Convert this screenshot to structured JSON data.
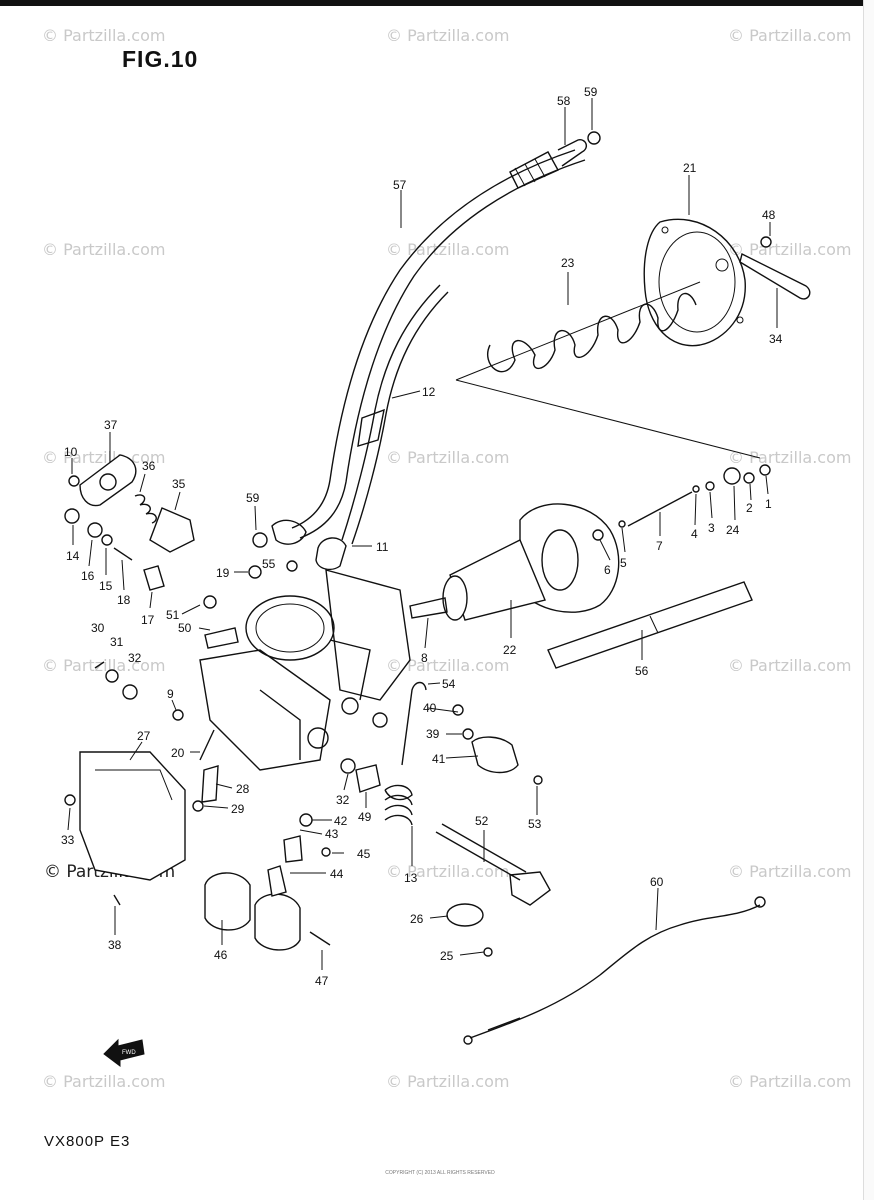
{
  "title": "FIG.10",
  "model": "VX800P  E3",
  "watermark": "© Partzilla.com",
  "footer_text": "COPYRIGHT (C) 2013  ALL RIGHTS RESERVED",
  "callouts": [
    "1",
    "2",
    "3",
    "4",
    "5",
    "6",
    "7",
    "8",
    "9",
    "10",
    "11",
    "12",
    "13",
    "14",
    "15",
    "16",
    "17",
    "18",
    "19",
    "20",
    "21",
    "22",
    "23",
    "24",
    "25",
    "26",
    "27",
    "28",
    "29",
    "30",
    "31",
    "32",
    "33",
    "34",
    "35",
    "36",
    "37",
    "38",
    "39",
    "40",
    "41",
    "42",
    "43",
    "44",
    "45",
    "46",
    "47",
    "48",
    "49",
    "50",
    "51",
    "52",
    "53",
    "54",
    "55",
    "56",
    "57",
    "58",
    "59",
    "60"
  ],
  "callout_labels": {
    "c1": "1",
    "c2": "2",
    "c3": "3",
    "c4": "4",
    "c5": "5",
    "c6": "6",
    "c7": "7",
    "c8": "8",
    "c9": "9",
    "c10": "10",
    "c11": "11",
    "c12": "12",
    "c13": "13",
    "c14": "14",
    "c15": "15",
    "c16": "16",
    "c17": "17",
    "c18": "18",
    "c19": "19",
    "c20": "20",
    "c21": "21",
    "c22": "22",
    "c23": "23",
    "c24": "24",
    "c25": "25",
    "c26": "26",
    "c27": "27",
    "c28": "28",
    "c29": "29",
    "c30": "30",
    "c31": "31",
    "c32a": "32",
    "c32b": "32",
    "c33": "33",
    "c34": "34",
    "c35": "35",
    "c36": "36",
    "c37": "37",
    "c38": "38",
    "c39": "39",
    "c40": "40",
    "c41": "41",
    "c42": "42",
    "c43": "43",
    "c44": "44",
    "c45": "45",
    "c46": "46",
    "c47": "47",
    "c48": "48",
    "c49": "49",
    "c50": "50",
    "c51": "51",
    "c52": "52",
    "c53": "53",
    "c54": "54",
    "c55": "55",
    "c56": "56",
    "c57": "57",
    "c58": "58",
    "c59a": "59",
    "c59b": "59",
    "c60": "60"
  },
  "icons": {
    "front_arrow": "fwd-arrow-icon"
  },
  "front_arrow_label": "FWD"
}
